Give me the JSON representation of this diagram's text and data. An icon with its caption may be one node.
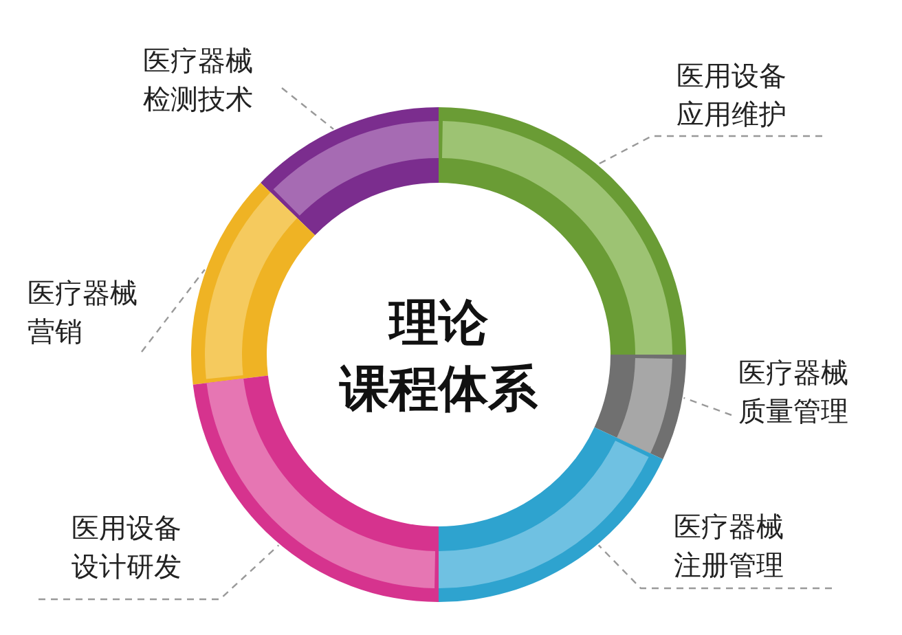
{
  "diagram": {
    "nodes": [
      {
        "text": [
          "医疗器械检测技术"
        ]
      },
      {
        "text": [
          "医用设备应用维护"
        ]
      },
      {
        "text": [
          "医疗器械营销"
        ]
      },
      {
        "text": [
          "理论课程体系"
        ]
      },
      {
        "text": [
          "医疗器械质量管理"
        ]
      },
      {
        "text": [
          "医用设备设计研发"
        ]
      },
      {
        "text": [
          "医疗器械注册管理"
        ]
      },
      {
        "text": [],
        "shape": "arc"
      },
      {
        "text": [],
        "shape": "arc"
      },
      {
        "text": [],
        "shape": "arc"
      },
      {
        "text": [],
        "shape": "arc"
      },
      {
        "text": [],
        "shape": "arc"
      },
      {
        "text": [],
        "shape": "arc"
      }
    ],
    "edges": [
      {
        "from": 0,
        "to": 7,
        "arrow": "none",
        "style": "dashed"
      },
      {
        "from": 1,
        "to": 8,
        "arrow": "none",
        "style": "dashed"
      },
      {
        "from": 2,
        "to": 9,
        "arrow": "none",
        "style": "dashed"
      },
      {
        "from": 4,
        "to": 10,
        "arrow": "none",
        "style": "dashed"
      },
      {
        "from": 5,
        "to": 11,
        "arrow": "none",
        "style": "dashed"
      },
      {
        "from": 6,
        "to": 12,
        "arrow": "none",
        "style": "dashed"
      }
    ]
  }
}
